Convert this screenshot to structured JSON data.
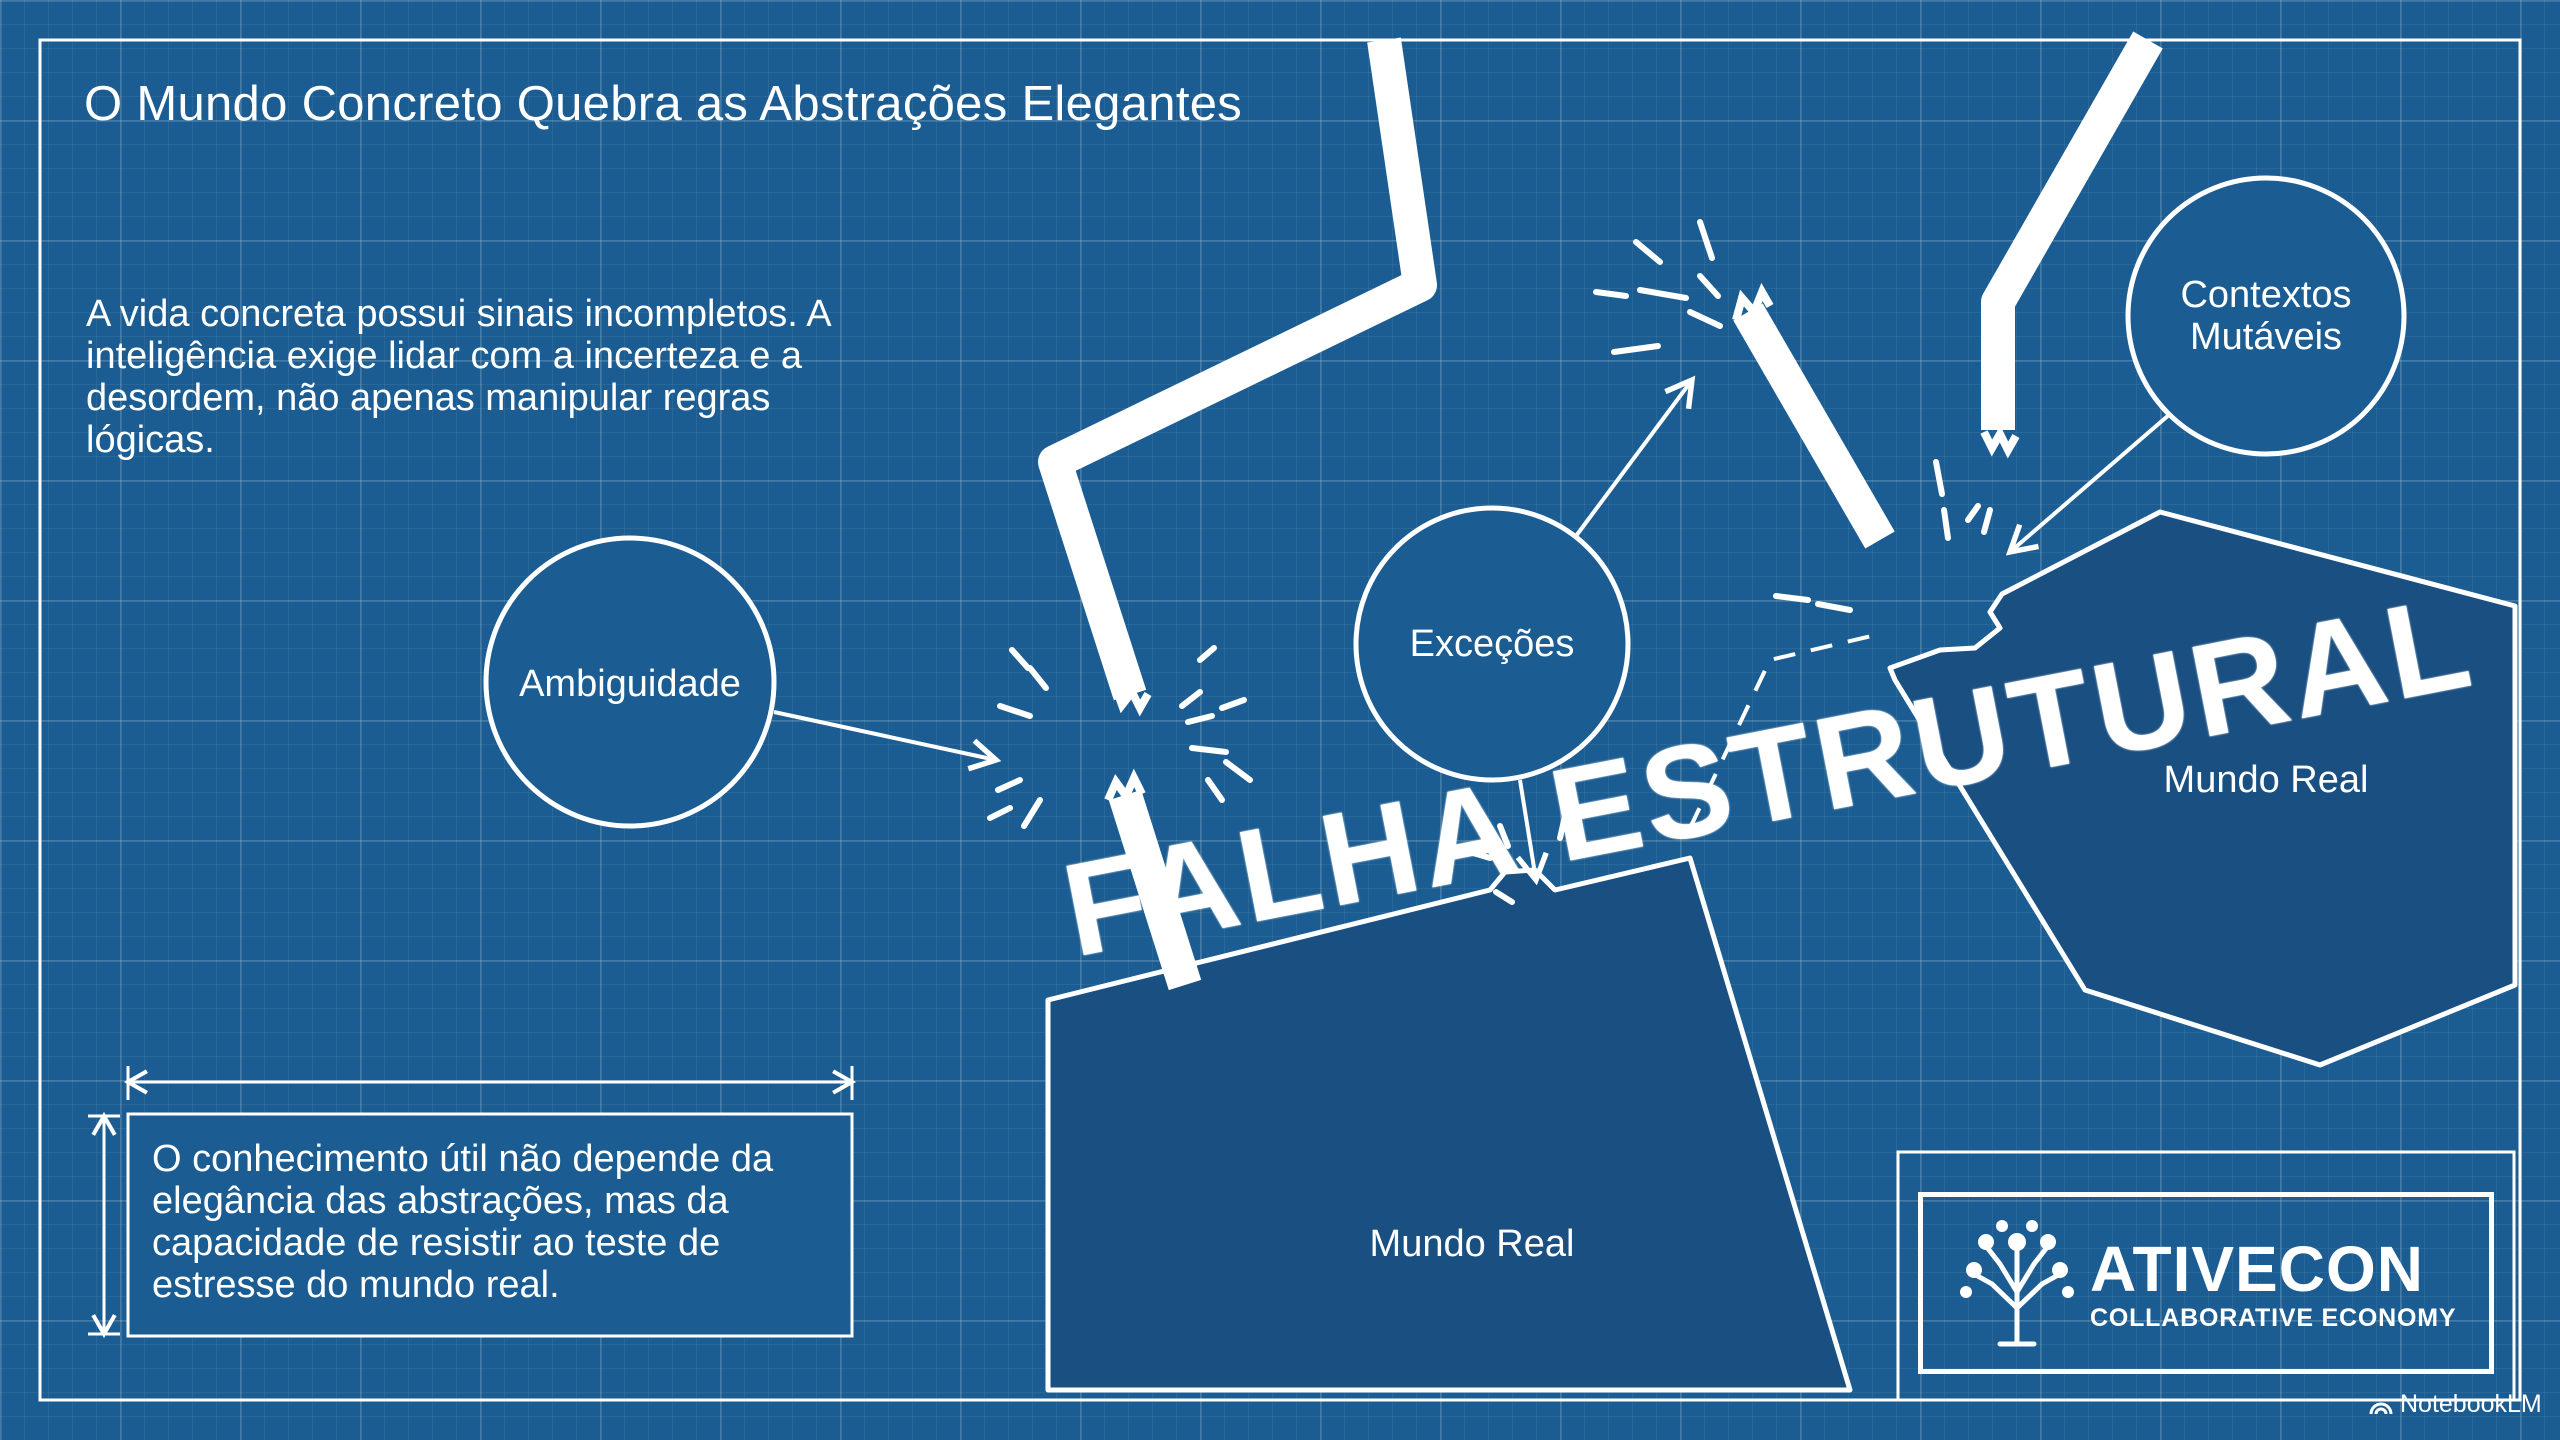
{
  "title": "O Mundo Concreto Quebra as Abstrações Elegantes",
  "intro": "A vida concreta possui sinais incompletos. A inteligência exige lidar com a incerteza e a desordem, não apenas manipular regras lógicas.",
  "callout": "O conhecimento útil não depende da elegância das abstrações, mas da capacidade de resistir ao teste de estresse do mundo real.",
  "nodes": {
    "ambiguity": "Ambiguidade",
    "exceptions": "Exceções",
    "contexts_line1": "Contextos",
    "contexts_line2": "Mutáveis"
  },
  "regions": {
    "real_world_left": "Mundo Real",
    "real_world_right": "Mundo Real"
  },
  "stamp": "FALHA ESTRUTURAL",
  "brand": {
    "name": "ATIVECON",
    "tagline": "COLLABORATIVE ECONOMY"
  },
  "watermark": "NotebookLM",
  "colors": {
    "background": "#1b5d92",
    "foreground": "#ffffff"
  }
}
